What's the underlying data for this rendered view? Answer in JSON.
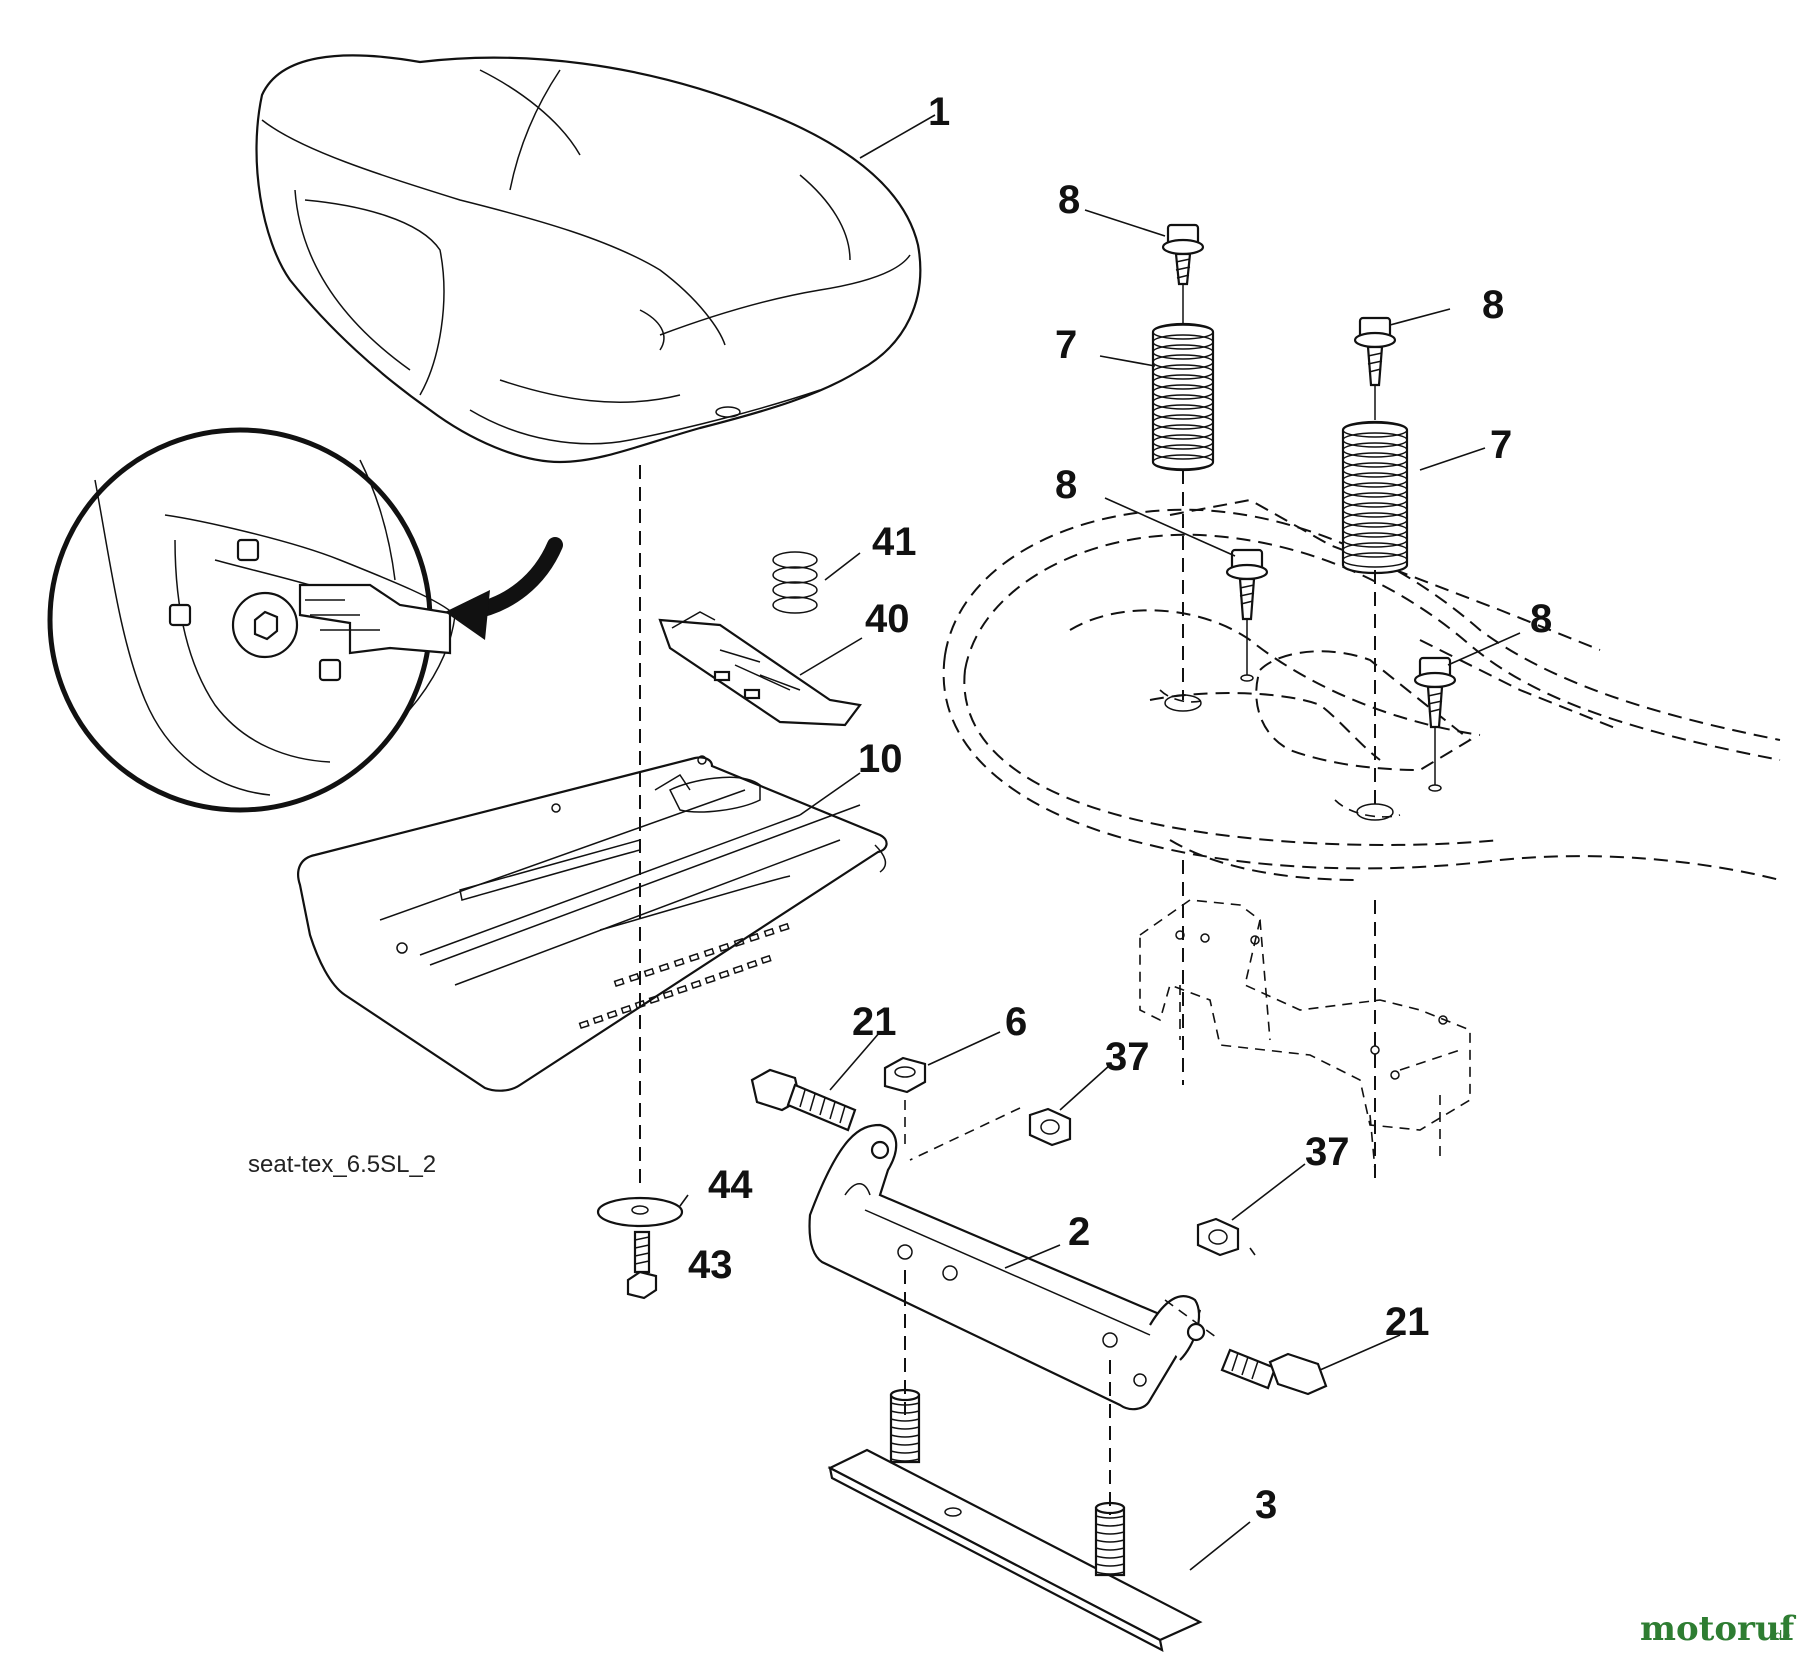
{
  "figure": {
    "reference_code": "seat-tex_6.5SL_2",
    "watermark": "motoruf",
    "watermark_suffix": ".de"
  },
  "callouts": [
    {
      "id": "c1",
      "label": "1"
    },
    {
      "id": "c2",
      "label": "2"
    },
    {
      "id": "c3",
      "label": "3"
    },
    {
      "id": "c6",
      "label": "6"
    },
    {
      "id": "c7a",
      "label": "7"
    },
    {
      "id": "c7b",
      "label": "7"
    },
    {
      "id": "c8a",
      "label": "8"
    },
    {
      "id": "c8b",
      "label": "8"
    },
    {
      "id": "c8c",
      "label": "8"
    },
    {
      "id": "c8d",
      "label": "8"
    },
    {
      "id": "c10",
      "label": "10"
    },
    {
      "id": "c21a",
      "label": "21"
    },
    {
      "id": "c21b",
      "label": "21"
    },
    {
      "id": "c37a",
      "label": "37"
    },
    {
      "id": "c37b",
      "label": "37"
    },
    {
      "id": "c40",
      "label": "40"
    },
    {
      "id": "c41",
      "label": "41"
    },
    {
      "id": "c43",
      "label": "43"
    },
    {
      "id": "c44",
      "label": "44"
    }
  ]
}
